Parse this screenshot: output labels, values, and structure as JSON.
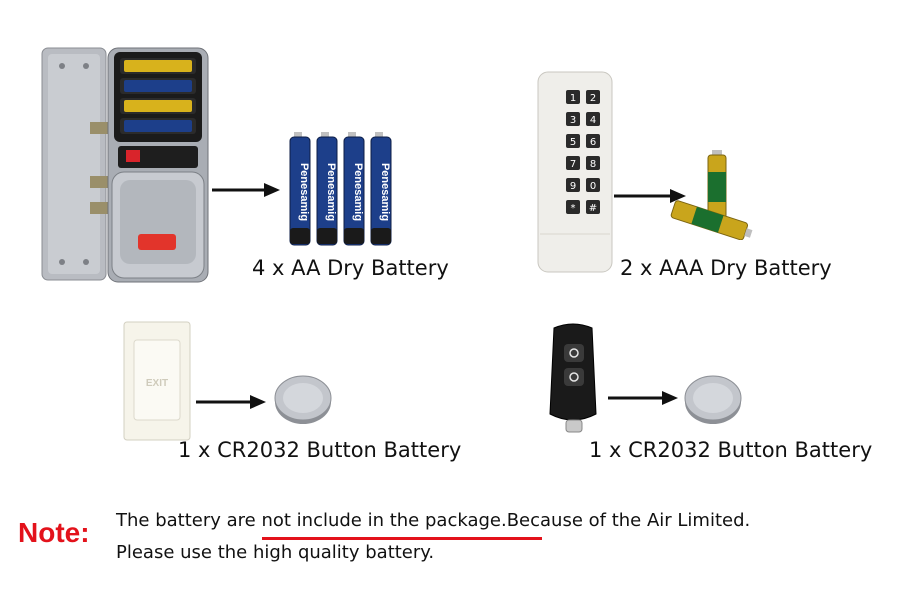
{
  "items": [
    {
      "caption": "4 x AA Dry Battery",
      "device": "keypad lock body (back, battery compartment)"
    },
    {
      "caption": "2 x AAA Dry Battery",
      "device": "wireless keypad"
    },
    {
      "caption": "1 x CR2032 Button Battery",
      "device": "exit button"
    },
    {
      "caption": "1 x CR2032 Button Battery",
      "device": "remote key fob"
    }
  ],
  "brands": {
    "aa": "Penesamig"
  },
  "note": {
    "label": "Note:",
    "line1_pre": "The battery are ",
    "line1_highlight": "not include in the package",
    "line1_post": ".Because of the Air Limited.",
    "line2": "Please use the high quality battery."
  },
  "colors": {
    "note_red": "#e3121b",
    "aa_blue": "#1d3f8a",
    "aaa_gold": "#c9a51c"
  }
}
